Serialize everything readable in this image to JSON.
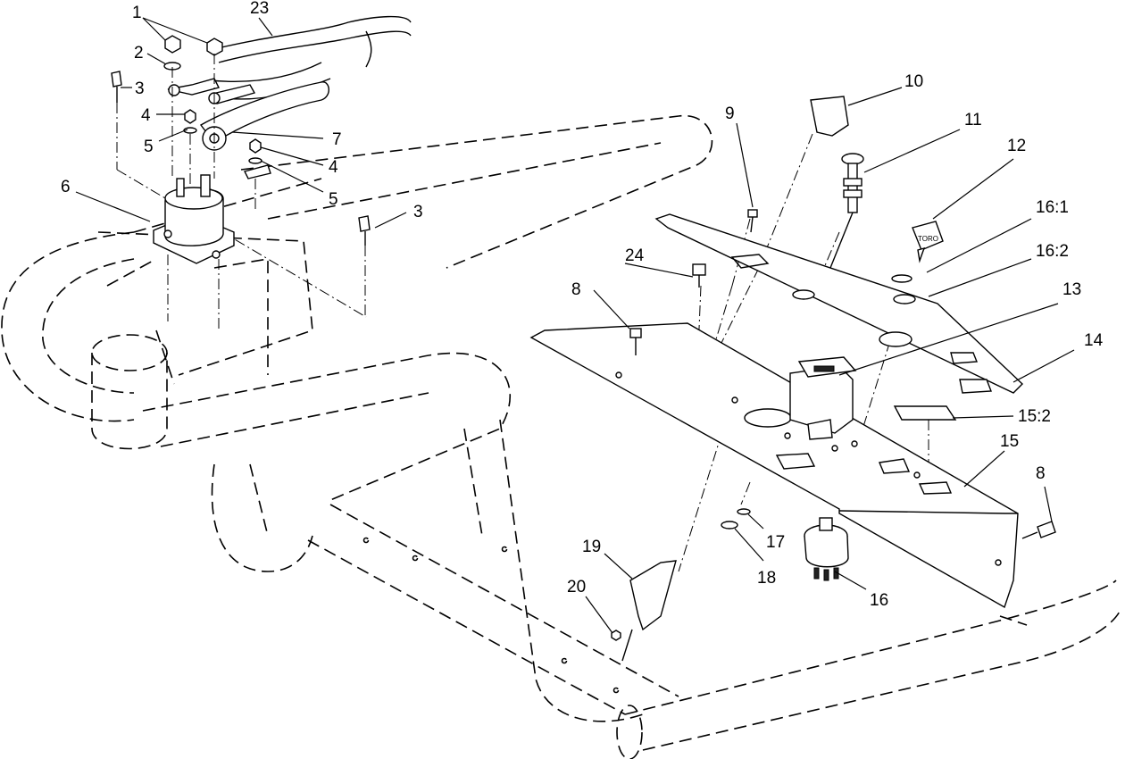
{
  "callouts": {
    "c1": "1",
    "c2": "2",
    "c3a": "3",
    "c3b": "3",
    "c4a": "4",
    "c4b": "4",
    "c5a": "5",
    "c5b": "5",
    "c6": "6",
    "c7": "7",
    "c8a": "8",
    "c8b": "8",
    "c9": "9",
    "c10": "10",
    "c11": "11",
    "c12": "12",
    "c13": "13",
    "c14": "14",
    "c15": "15",
    "c15_2": "15:2",
    "c16": "16",
    "c16_1": "16:1",
    "c16_2": "16:2",
    "c17": "17",
    "c18": "18",
    "c19": "19",
    "c20": "20",
    "c23": "23",
    "c24": "24"
  },
  "key_logo": "TORO"
}
